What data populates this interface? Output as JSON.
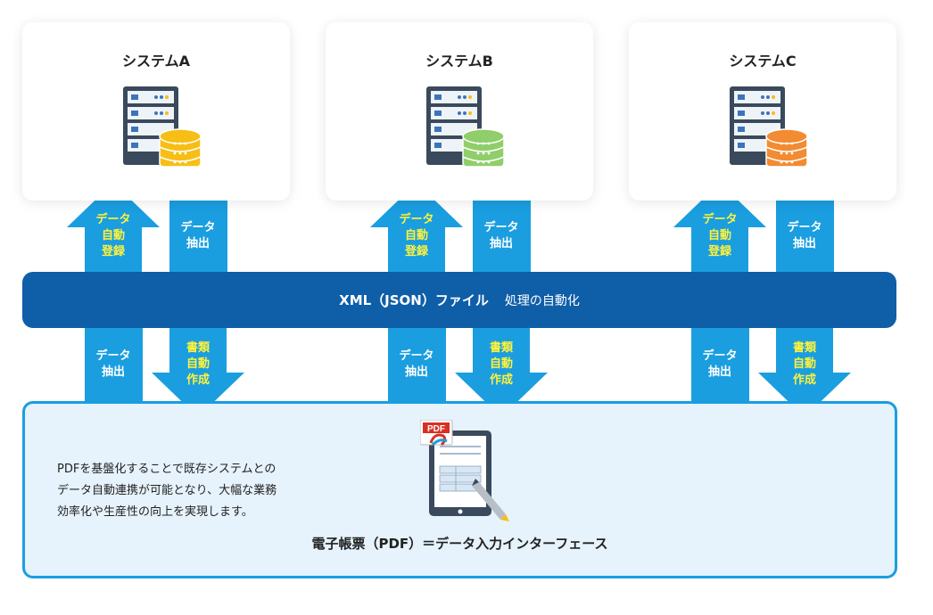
{
  "systems": [
    {
      "title": "システムA",
      "db_color": "#f7be16"
    },
    {
      "title": "システムB",
      "db_color": "#8fce6a"
    },
    {
      "title": "システムC",
      "db_color": "#f28b32"
    }
  ],
  "arrows": {
    "upper_up_label": [
      "データ",
      "自動",
      "登録"
    ],
    "upper_down_label": [
      "データ",
      "抽出"
    ],
    "lower_up_label": [
      "データ",
      "抽出"
    ],
    "lower_down_label": [
      "書類",
      "自動",
      "作成"
    ]
  },
  "xml_bar": {
    "title": "XML（JSON）ファイル",
    "subtitle": "処理の自動化"
  },
  "pdf_panel": {
    "description_lines": [
      "PDFを基盤化することで既存システムとの",
      "データ自動連携が可能となり、大幅な業務",
      "効率化や生産性の向上を実現します。"
    ],
    "caption": "電子帳票（PDF）＝データ入力インターフェース",
    "pdf_badge": "PDF"
  },
  "colors": {
    "arrow": "#1a9ee0",
    "bar": "#0f5ea8",
    "label_yellow": "#fff23a",
    "server": "#3a4a5c"
  }
}
